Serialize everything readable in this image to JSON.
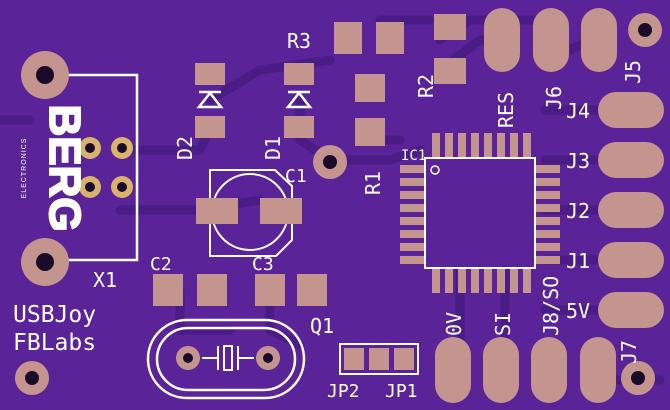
{
  "board": {
    "colors": {
      "substrate": "#5a2398",
      "trace": "#4a1b82",
      "pad": "#c4958f",
      "silk": "#ffffff",
      "hole": "#1b0a2a",
      "ring": "#d9b36c"
    },
    "logo_text": "BERG",
    "logo_subtext": "ELECTRONICS",
    "title": "USBJoy",
    "subtitle": "FBLabs",
    "labels": {
      "x1": "X1",
      "r3": "R3",
      "r2": "R2",
      "r1": "R1",
      "d1": "D1",
      "d2": "D2",
      "c1": "C1",
      "c2": "C2",
      "c3": "C3",
      "ic1": "IC1",
      "q1": "Q1",
      "jp1": "JP1",
      "jp2": "JP2",
      "res": "RES",
      "j6": "J6",
      "j5": "J5",
      "j4": "J4",
      "j3": "J3",
      "j2": "J2",
      "j1": "J1",
      "fivev": "5V",
      "j7": "J7",
      "zerov": "0V",
      "si": "SI",
      "j8so": "J8/SO"
    }
  }
}
